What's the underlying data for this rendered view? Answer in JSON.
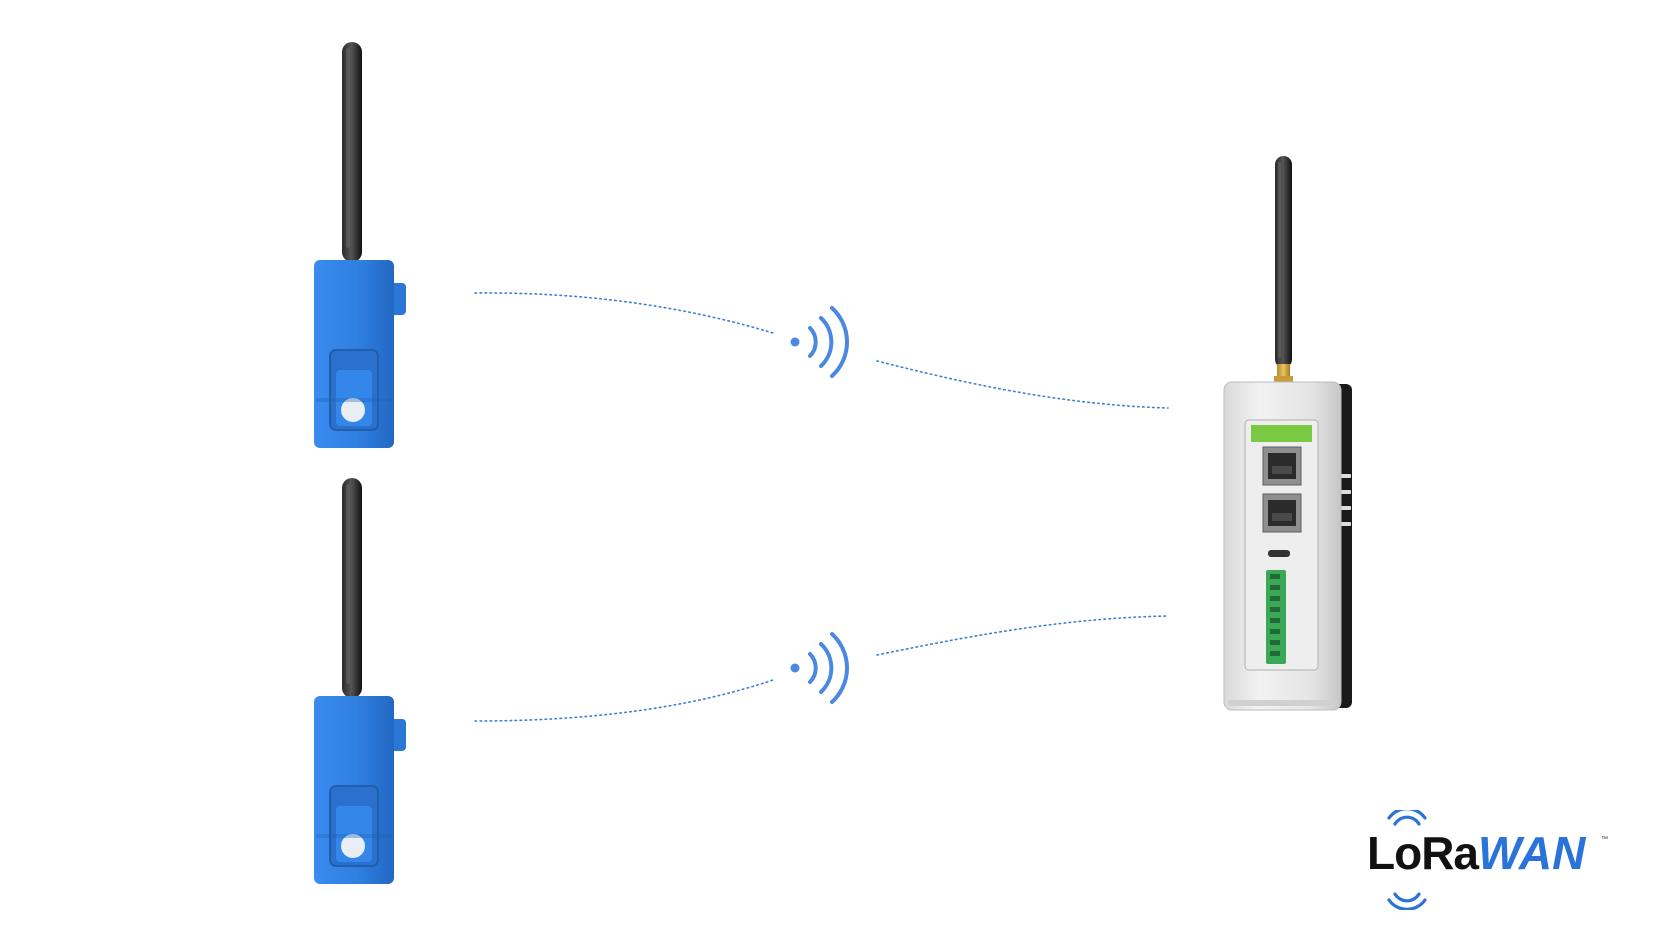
{
  "diagram": {
    "background": "#ffffff",
    "link_color": "#3c7fd6",
    "sensor_color": "#2f7fe0",
    "sensors": [
      {
        "name": "sensor-1"
      },
      {
        "name": "sensor-2"
      }
    ],
    "signals": [
      {
        "name": "wireless-signal-1"
      },
      {
        "name": "wireless-signal-2"
      }
    ],
    "gateway": {
      "name": "gateway",
      "accent_color": "#7ac943"
    }
  },
  "logo": {
    "part1": "LoRa",
    "part2": "WAN",
    "tm": "™",
    "color_dark": "#111111",
    "color_accent": "#2a73d9"
  }
}
